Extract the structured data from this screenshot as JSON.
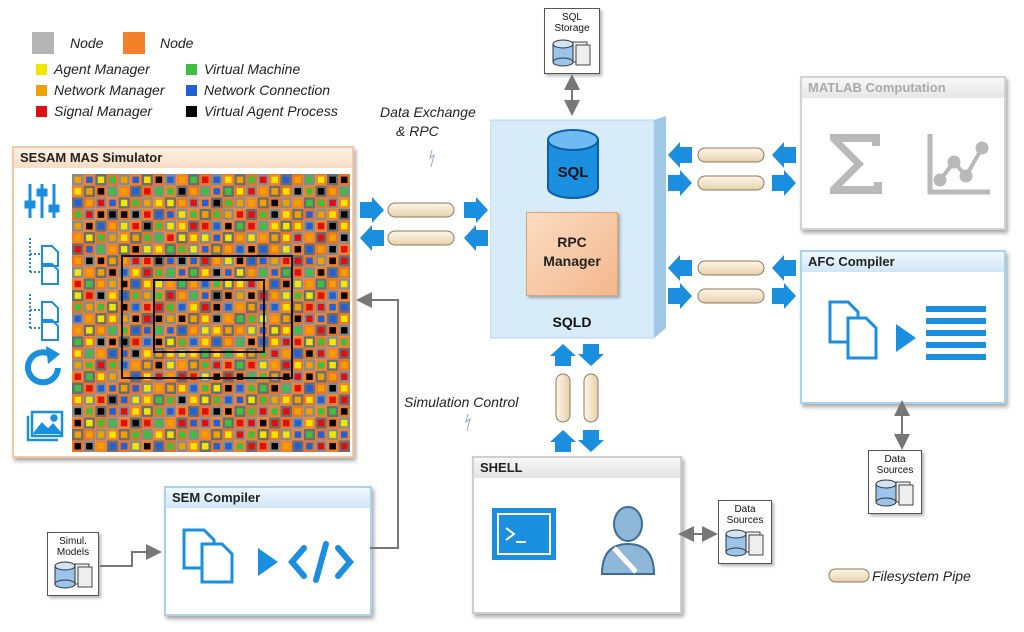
{
  "legend": {
    "node_gray": "Node",
    "node_orange": "Node",
    "items": [
      {
        "label": "Agent Manager",
        "color": "#f2e600"
      },
      {
        "label": "Virtual Machine",
        "color": "#3fbf3f"
      },
      {
        "label": "Network Manager",
        "color": "#f0a000"
      },
      {
        "label": "Network Connection",
        "color": "#2060d8"
      },
      {
        "label": "Signal Manager",
        "color": "#e01010"
      },
      {
        "label": "Virtual Agent Process",
        "color": "#000000"
      }
    ]
  },
  "sesam": {
    "title": "SESAM MAS Simulator"
  },
  "sem": {
    "title": "SEM Compiler"
  },
  "simul_models": {
    "line1": "Simul.",
    "line2": "Models"
  },
  "sqld": {
    "sql": "SQL",
    "rpc": "RPC Manager",
    "label": "SQLD"
  },
  "sql_storage": {
    "line1": "SQL",
    "line2": "Storage"
  },
  "matlab": {
    "title": "MATLAB Computation"
  },
  "afc": {
    "title": "AFC Compiler"
  },
  "shell": {
    "title": "SHELL"
  },
  "data_sources_1": {
    "line1": "Data",
    "line2": "Sources"
  },
  "data_sources_2": {
    "line1": "Data",
    "line2": "Sources"
  },
  "captions": {
    "data_exchange": "Data Exchange",
    "rpc": "& RPC",
    "sim_control": "Simulation Control",
    "fs_pipe": "Filesystem Pipe"
  },
  "colors": {
    "accent": "#1a8fe0",
    "pipe": "#f3e4cc",
    "sesam_border": "#f2c9a8",
    "afc_border": "#a9d2ef"
  }
}
